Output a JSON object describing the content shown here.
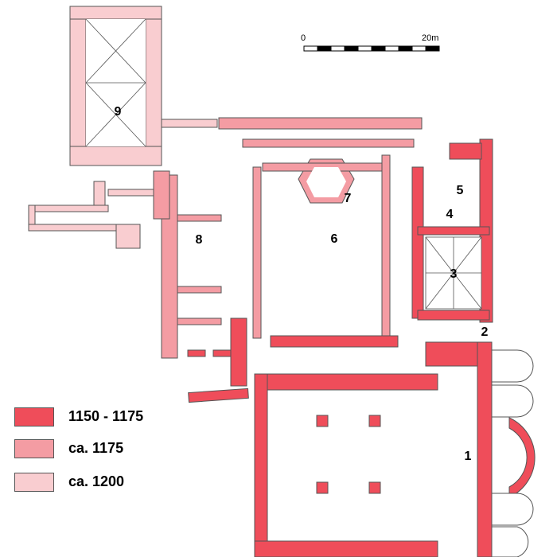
{
  "colors": {
    "period_1150_1175": "#ef4d5a",
    "period_ca_1175": "#f49ca3",
    "period_ca_1200": "#f9cdd0",
    "outline": "#555555",
    "background": "#ffffff"
  },
  "scale_bar": {
    "start_label": "0",
    "end_label": "20m"
  },
  "legend": [
    {
      "label": "1150 - 1175",
      "color_key": "period_1150_1175"
    },
    {
      "label": "ca. 1175",
      "color_key": "period_ca_1175"
    },
    {
      "label": "ca. 1200",
      "color_key": "period_ca_1200"
    }
  ],
  "rooms": {
    "church": "1",
    "room_2": "2",
    "chapter_house": "3",
    "room_4": "4",
    "room_5": "5",
    "cloister_garth": "6",
    "fountain_house": "7",
    "west_range": "8",
    "north_building": "9"
  }
}
